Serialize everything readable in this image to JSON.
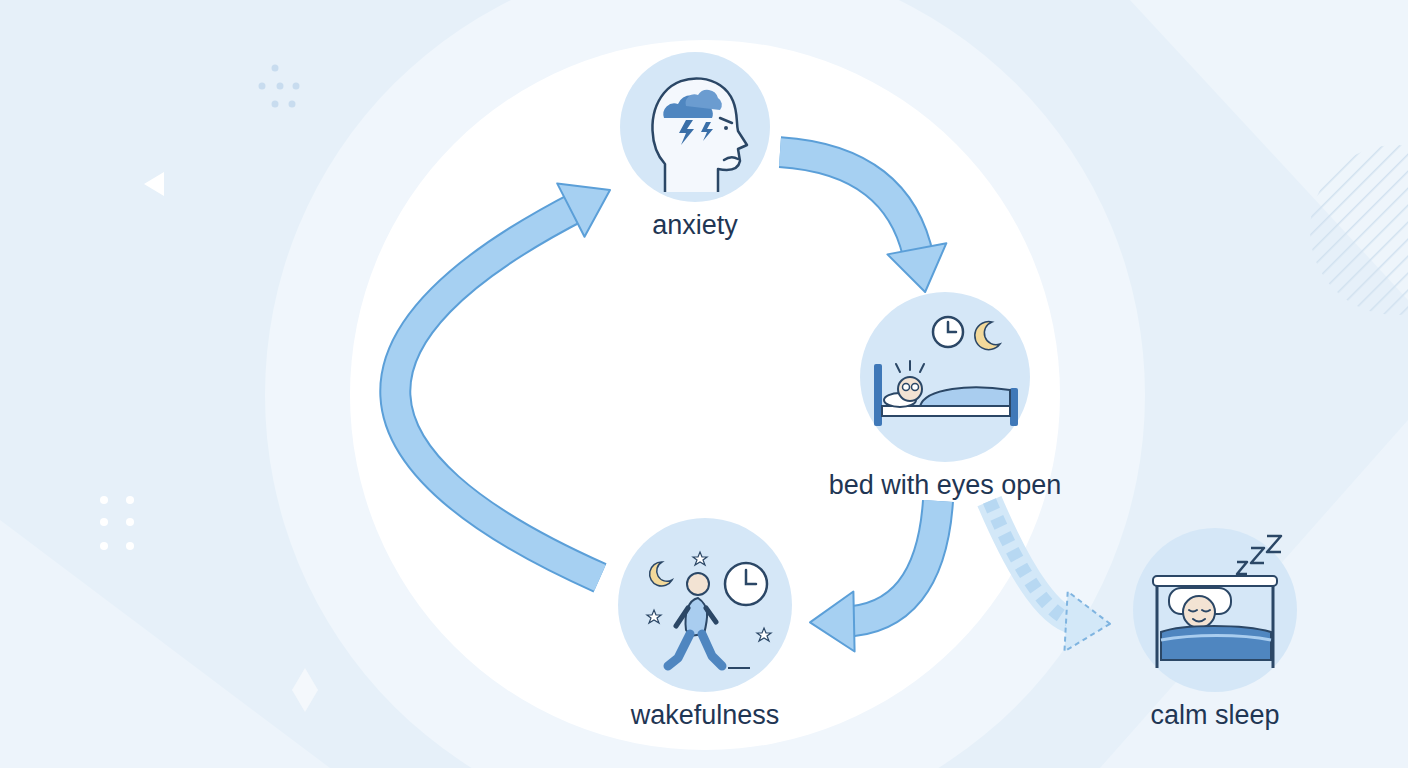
{
  "diagram": {
    "nodes": [
      {
        "text": [
          "anxiety"
        ]
      },
      {
        "text": [
          "bed with eyes open"
        ]
      },
      {
        "text": [
          "wakefulness"
        ]
      },
      {
        "text": [
          "calm sleep"
        ]
      }
    ],
    "edges": [
      {
        "from": 0,
        "to": 1,
        "arrow": "to"
      },
      {
        "from": 1,
        "to": 2,
        "arrow": "to"
      },
      {
        "from": 2,
        "to": 0,
        "arrow": "to"
      },
      {
        "from": 1,
        "to": 3,
        "arrow": "to"
      }
    ]
  }
}
